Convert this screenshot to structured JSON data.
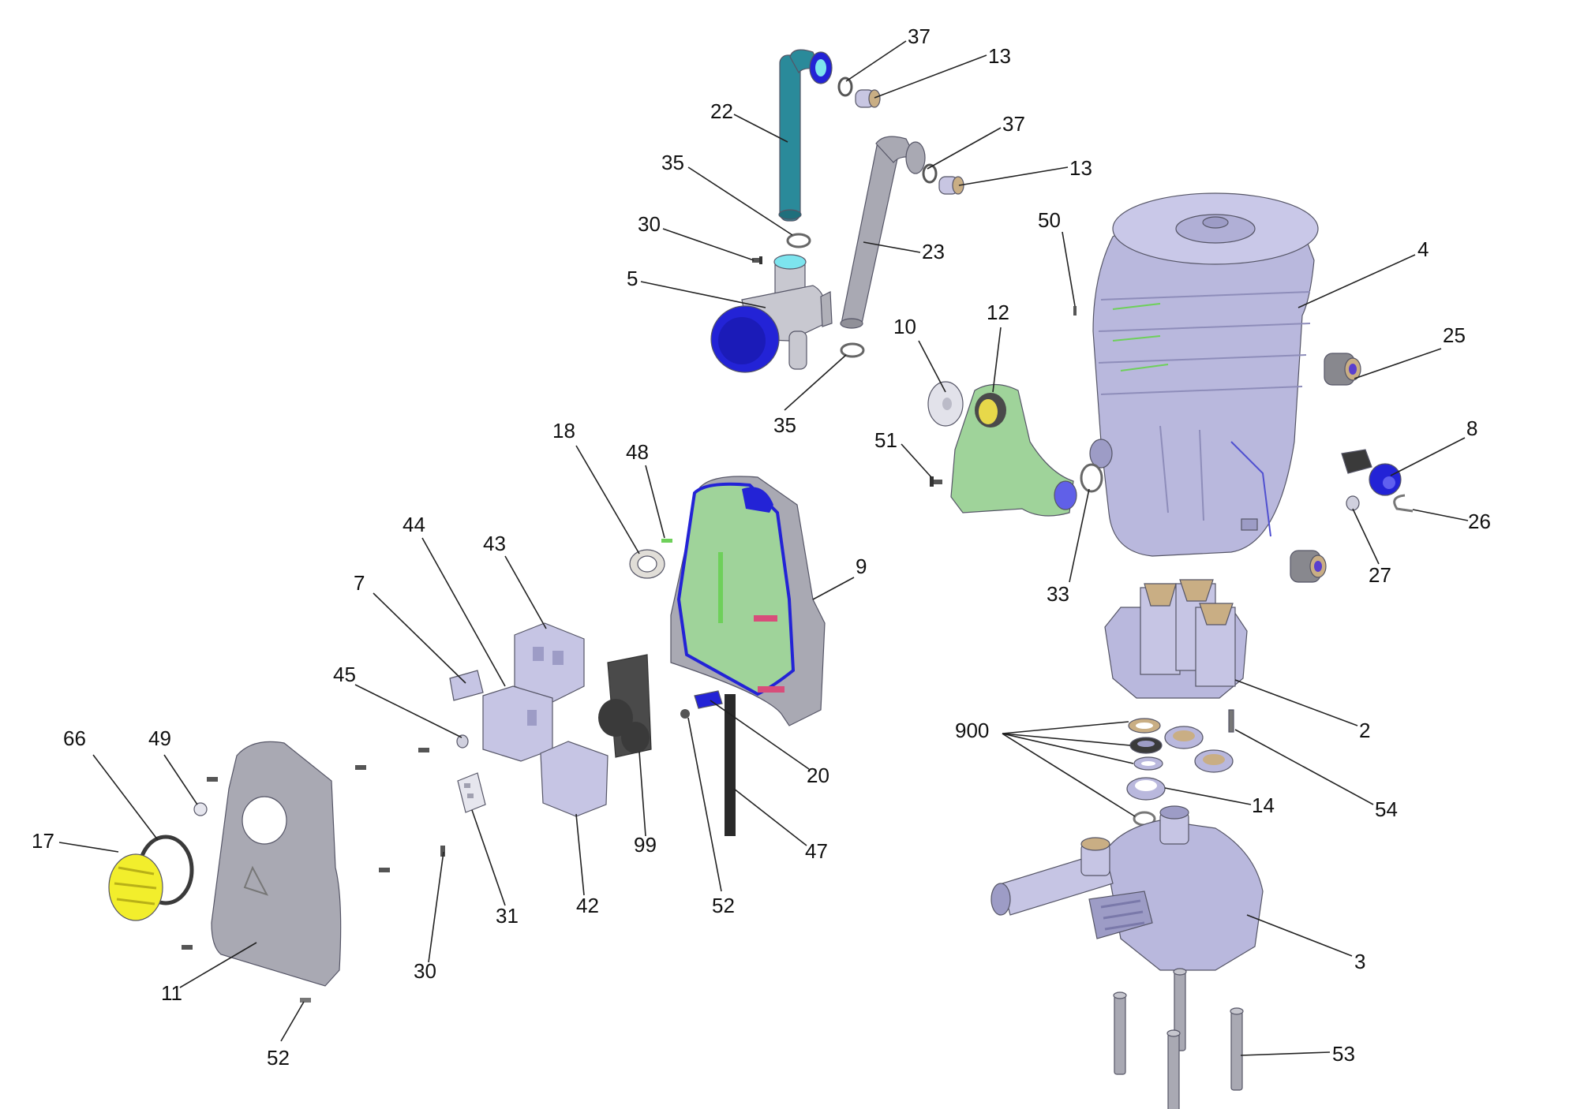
{
  "colors": {
    "part_body": "#b9b8dd",
    "part_body_dark": "#9d9cc6",
    "grey_part": "#a9a9b3",
    "teal_hose": "#2a8a9a",
    "blue_accent": "#2323d6",
    "green_part": "#9fd39a",
    "bright_green": "#6ed05a",
    "yellow_part": "#f2ee2c",
    "tan_part": "#c9ae84",
    "dark_part": "#4a4a4a",
    "cyan_accent": "#7de4ee",
    "leader_line": "#222222"
  },
  "callouts": [
    {
      "id": "c37a",
      "label": "37"
    },
    {
      "id": "c13a",
      "label": "13"
    },
    {
      "id": "c22",
      "label": "22"
    },
    {
      "id": "c37b",
      "label": "37"
    },
    {
      "id": "c13b",
      "label": "13"
    },
    {
      "id": "c35a",
      "label": "35"
    },
    {
      "id": "c50",
      "label": "50"
    },
    {
      "id": "c4",
      "label": "4"
    },
    {
      "id": "c30a",
      "label": "30"
    },
    {
      "id": "c23",
      "label": "23"
    },
    {
      "id": "c5",
      "label": "5"
    },
    {
      "id": "c12",
      "label": "12"
    },
    {
      "id": "c10",
      "label": "10"
    },
    {
      "id": "c25",
      "label": "25"
    },
    {
      "id": "c35b",
      "label": "35"
    },
    {
      "id": "c51",
      "label": "51"
    },
    {
      "id": "c18",
      "label": "18"
    },
    {
      "id": "c48",
      "label": "48"
    },
    {
      "id": "c8",
      "label": "8"
    },
    {
      "id": "c26",
      "label": "26"
    },
    {
      "id": "c44",
      "label": "44"
    },
    {
      "id": "c43",
      "label": "43"
    },
    {
      "id": "c9",
      "label": "9"
    },
    {
      "id": "c27",
      "label": "27"
    },
    {
      "id": "c33",
      "label": "33"
    },
    {
      "id": "c7",
      "label": "7"
    },
    {
      "id": "c45",
      "label": "45"
    },
    {
      "id": "c2",
      "label": "2"
    },
    {
      "id": "c900",
      "label": "900"
    },
    {
      "id": "c66",
      "label": "66"
    },
    {
      "id": "c49",
      "label": "49"
    },
    {
      "id": "c20",
      "label": "20"
    },
    {
      "id": "c14",
      "label": "14"
    },
    {
      "id": "c54",
      "label": "54"
    },
    {
      "id": "c17",
      "label": "17"
    },
    {
      "id": "c99",
      "label": "99"
    },
    {
      "id": "c47",
      "label": "47"
    },
    {
      "id": "c31",
      "label": "31"
    },
    {
      "id": "c42",
      "label": "42"
    },
    {
      "id": "c52a",
      "label": "52"
    },
    {
      "id": "c3",
      "label": "3"
    },
    {
      "id": "c30b",
      "label": "30"
    },
    {
      "id": "c11",
      "label": "11"
    },
    {
      "id": "c52b",
      "label": "52"
    },
    {
      "id": "c53",
      "label": "53"
    }
  ]
}
